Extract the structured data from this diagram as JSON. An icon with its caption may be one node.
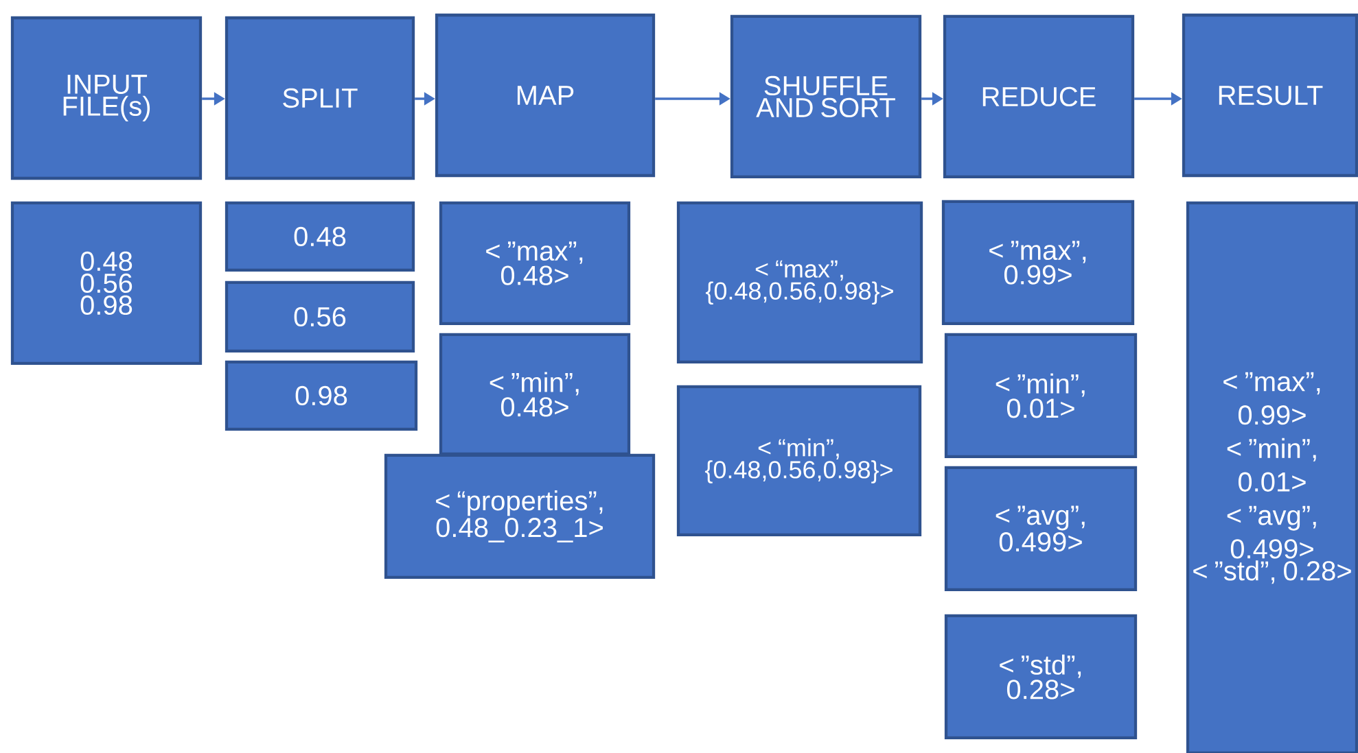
{
  "diagram": {
    "nodes": [
      {
        "text": [
          "INPUT FILE(s)"
        ]
      },
      {
        "text": [
          "SPLIT"
        ]
      },
      {
        "text": [
          "MAP"
        ]
      },
      {
        "text": [
          "SHUFFLE AND SORT"
        ]
      },
      {
        "text": [
          "REDUCE"
        ]
      },
      {
        "text": [
          "RESULT"
        ]
      },
      {
        "text": [
          "0.48 0.56 0.98"
        ]
      },
      {
        "text": [
          "0.48"
        ]
      },
      {
        "text": [
          "0.56"
        ]
      },
      {
        "text": [
          "0.98"
        ]
      },
      {
        "text": [
          "< ”max”, 0.48>"
        ]
      },
      {
        "text": [
          "< ”min”, 0.48>"
        ]
      },
      {
        "text": [
          "< “properties”, 0.48_0.23_1>"
        ]
      },
      {
        "text": [
          "< “max”, {0.48,0.56,0.98}>"
        ]
      },
      {
        "text": [
          "< “min”, {0.48,0.56,0.98}>"
        ]
      },
      {
        "text": [
          "< ”max”, 0.99>"
        ]
      },
      {
        "text": [
          "< ”min”, 0.01>"
        ]
      },
      {
        "text": [
          "< ”avg”, 0.499>"
        ]
      },
      {
        "text": [
          "< ”std”, 0.28>"
        ]
      },
      {
        "text": [
          "< ”max”, 0.99>",
          "< ”min”, 0.01>",
          "< ”avg”, 0.499>",
          "< ”std”, 0.28>"
        ]
      }
    ],
    "edges": [
      {
        "from": 0,
        "to": 1,
        "arrow": "to"
      },
      {
        "from": 1,
        "to": 2,
        "arrow": "to"
      },
      {
        "from": 2,
        "to": 3,
        "arrow": "to"
      },
      {
        "from": 3,
        "to": 4,
        "arrow": "to"
      },
      {
        "from": 4,
        "to": 5,
        "arrow": "to"
      }
    ]
  }
}
